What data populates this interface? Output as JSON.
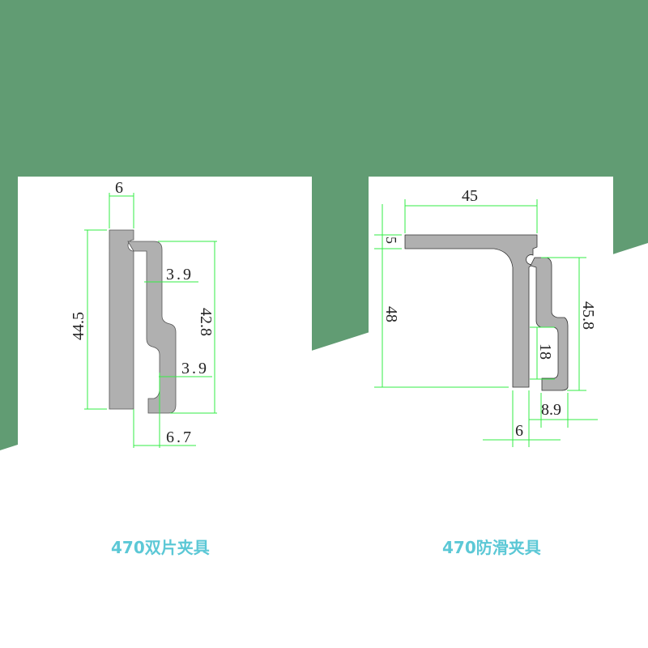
{
  "colors": {
    "background_green": "#619c73",
    "profile_gray": "#b0b0b0",
    "dimension_green": "#33ee44",
    "caption": "#5cc8d6"
  },
  "left_diagram": {
    "caption": "470双片夹具",
    "dimensions": {
      "top_width": "6",
      "left_height": "44.5",
      "clip_height": "42.8",
      "upper_thickness": "3.9",
      "lower_thickness": "3.9",
      "bottom_gap": "6.7"
    }
  },
  "right_diagram": {
    "caption": "470防滑夹具",
    "dimensions": {
      "top_width": "45",
      "plate_thickness": "5",
      "leg_height": "48",
      "clip_height": "45.8",
      "slot_height": "18",
      "clip_width": "8.9",
      "leg_width": "6"
    }
  }
}
